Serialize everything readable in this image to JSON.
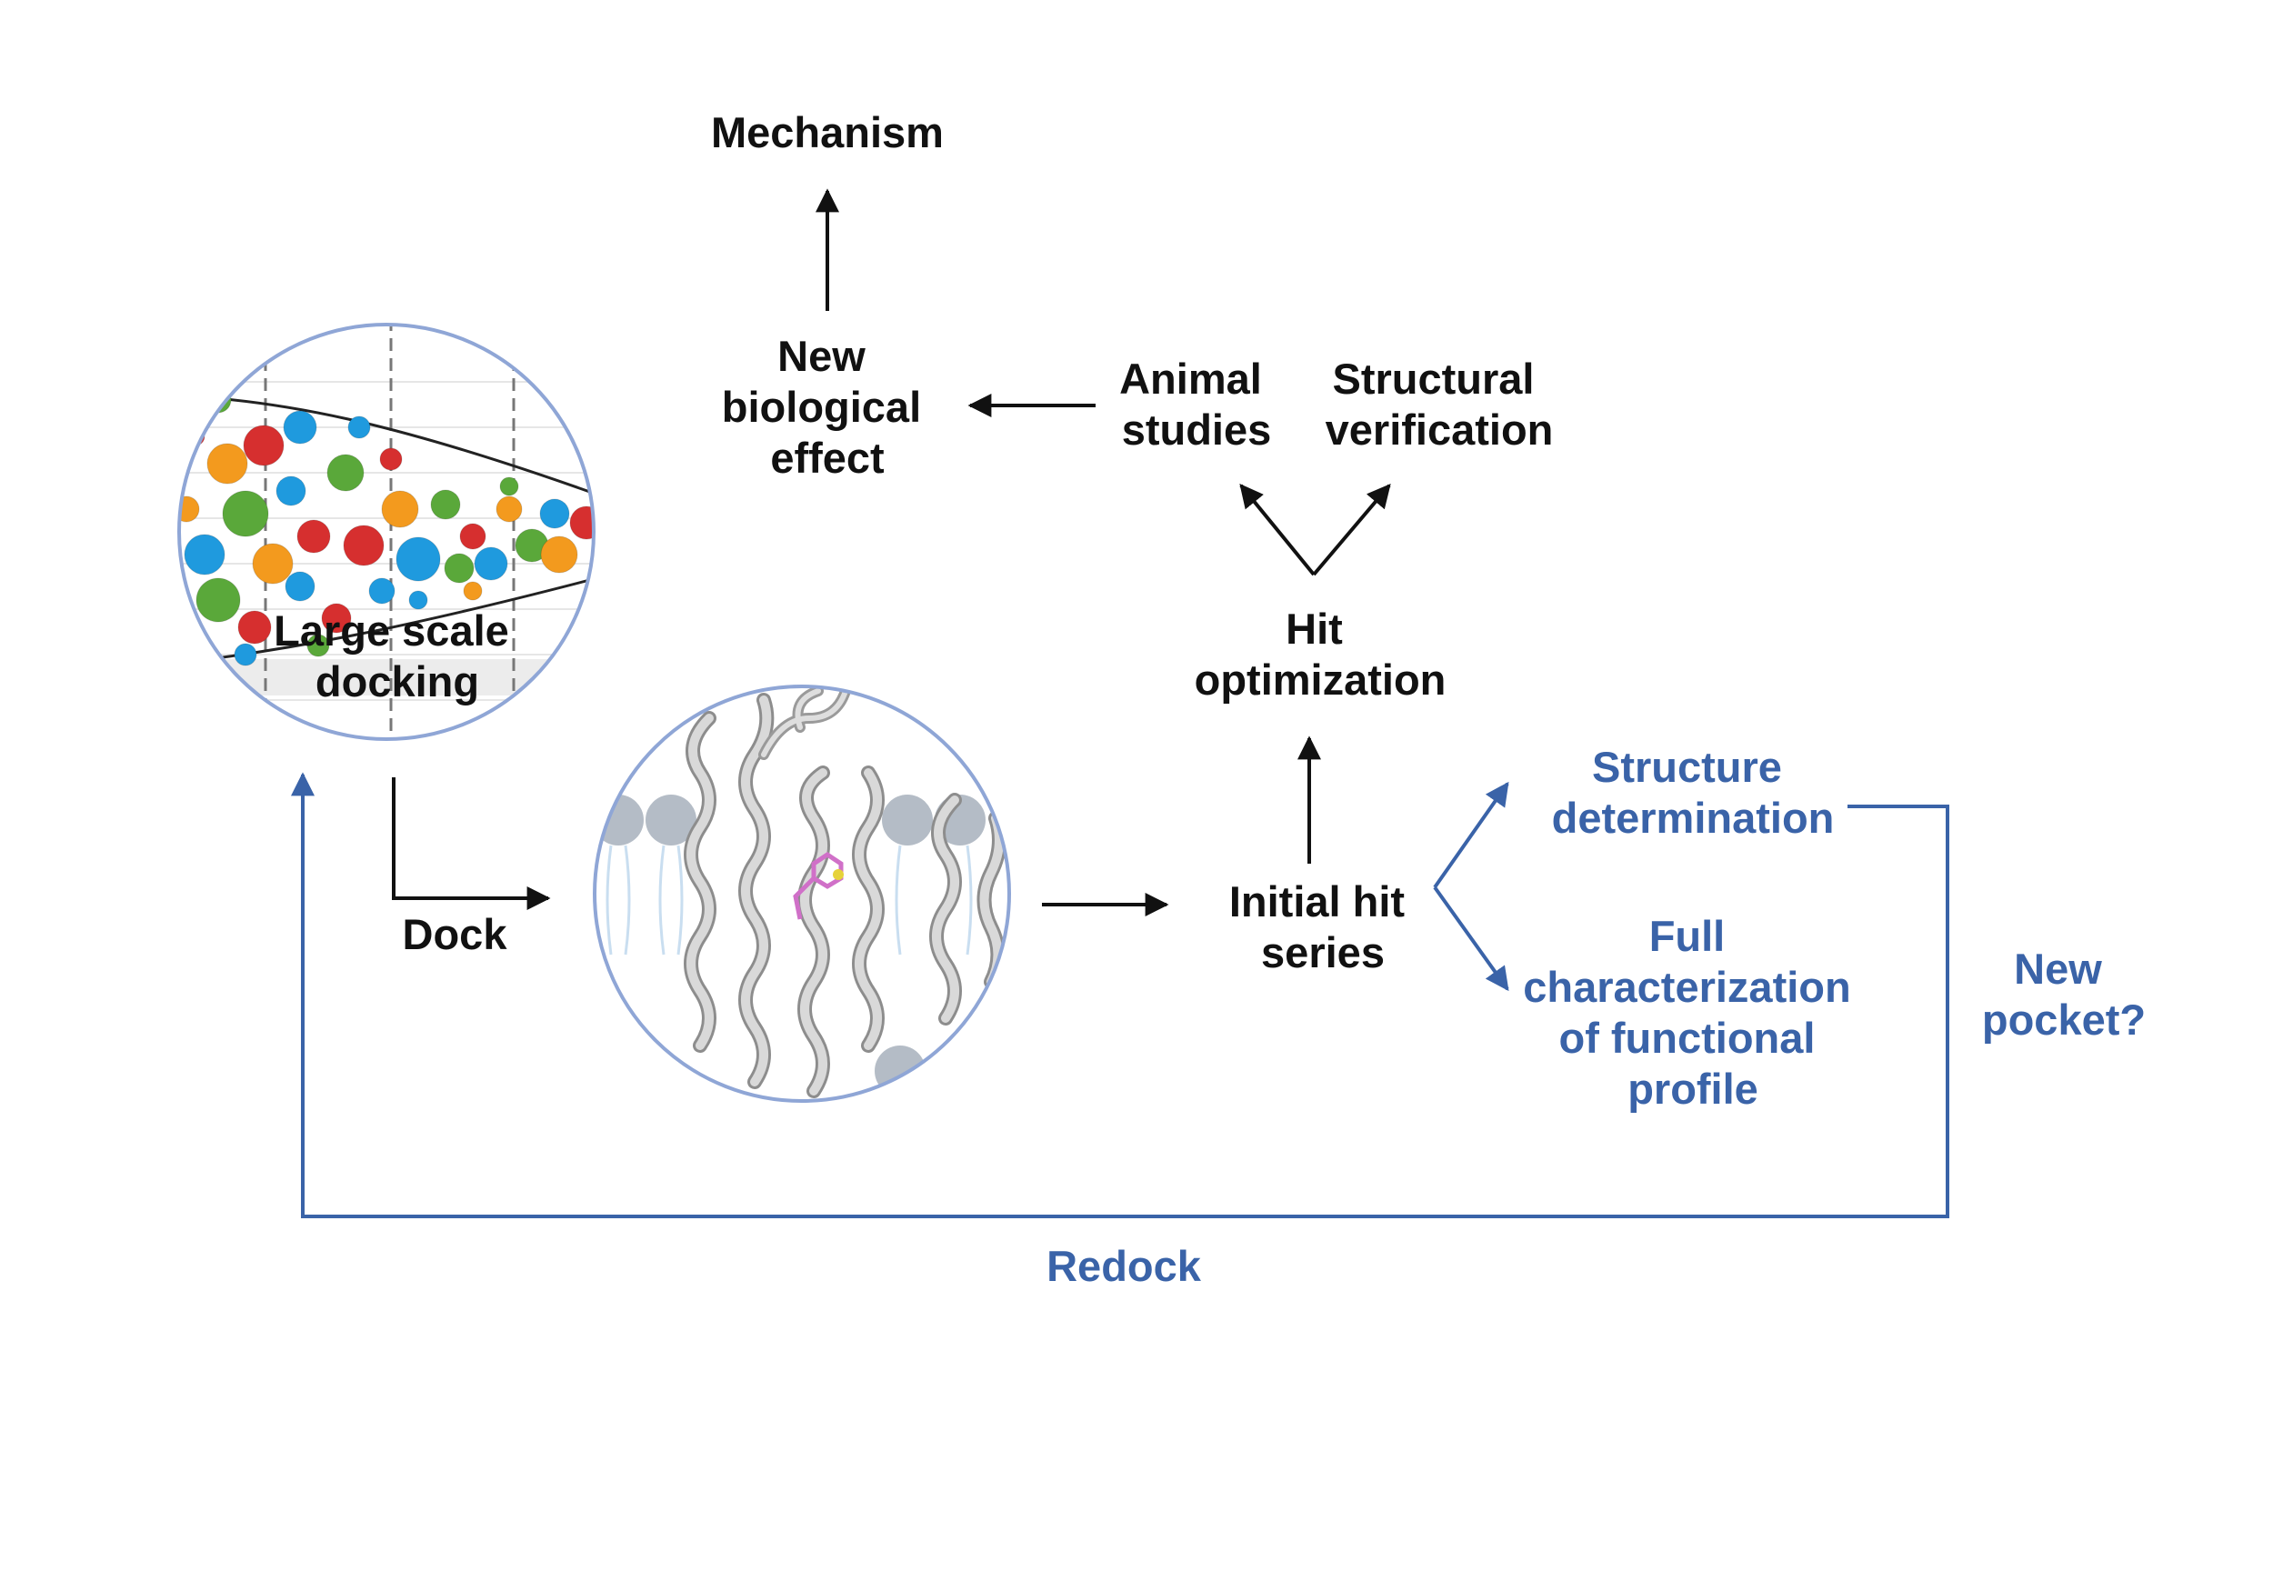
{
  "labels": {
    "mechanism": "Mechanism",
    "new_effect": [
      "New",
      "biological",
      "effect"
    ],
    "animal_studies": [
      "Animal",
      "studies"
    ],
    "structural_verification": [
      "Structural",
      "verification"
    ],
    "hit_optimization": [
      "Hit",
      "optimization"
    ],
    "large_scale_docking": [
      "Large scale",
      "docking"
    ],
    "dock": "Dock",
    "initial_hit_series": [
      "Initial hit",
      "series"
    ],
    "structure_determination": [
      "Structure",
      "determination"
    ],
    "full_characterization": [
      "Full",
      "characterization",
      "of functional",
      "profile"
    ],
    "new_pocket": [
      "New",
      "pocket?"
    ],
    "redock": "Redock"
  },
  "colors": {
    "text": "#111111",
    "accent_blue": "#3a63a8",
    "circle_border": "#8fa6d6",
    "ball_red": "#d62f2f",
    "ball_blue": "#1f9ade",
    "ball_green": "#5aa83a",
    "ball_orange": "#f39a1e",
    "protein_gray": "#c9c9c9",
    "membrane_gray": "#b4bcc6"
  },
  "icons": {
    "docking_circle": "molecule-library-funnel-icon",
    "protein_circle": "protein-in-membrane-icon"
  }
}
